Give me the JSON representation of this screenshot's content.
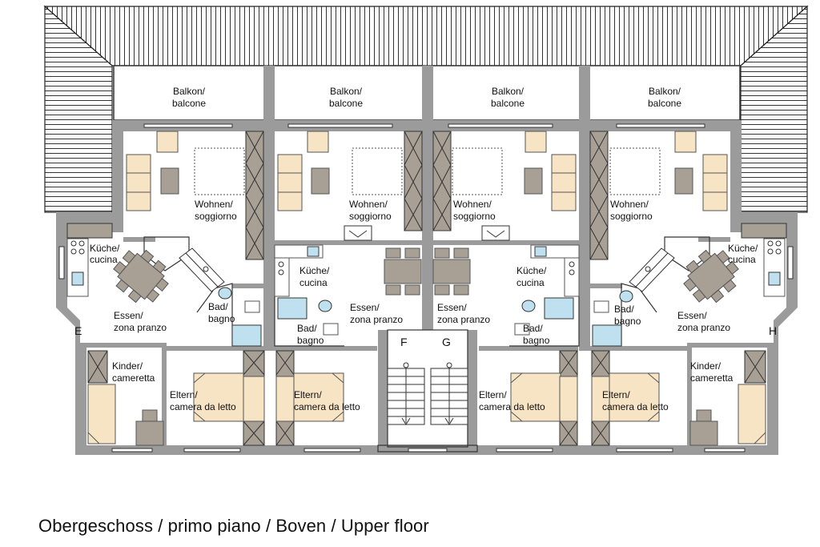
{
  "balcony_label": [
    "Balkon/",
    "balcone"
  ],
  "living_label": [
    "Wohnen/",
    "soggiorno"
  ],
  "kitchen_label": [
    "Küche/",
    "cucina"
  ],
  "dining_label": [
    "Essen/",
    "zona pranzo"
  ],
  "bath_label": [
    "Bad/",
    "bagno"
  ],
  "parents_label": [
    "Eltern/",
    "camera da letto"
  ],
  "kids_label": [
    "Kinder/",
    "cameretta"
  ],
  "entrances": {
    "e": "E",
    "f": "F",
    "g": "G",
    "h": "H"
  },
  "caption": "Obergeschoss / primo piano / Boven / Upper floor",
  "colors": {
    "wall": "#9b9b9b",
    "furniture": "#f6e4c4",
    "cabinet": "#a8a095",
    "fixture": "#bfe0ee",
    "line": "#222222"
  }
}
